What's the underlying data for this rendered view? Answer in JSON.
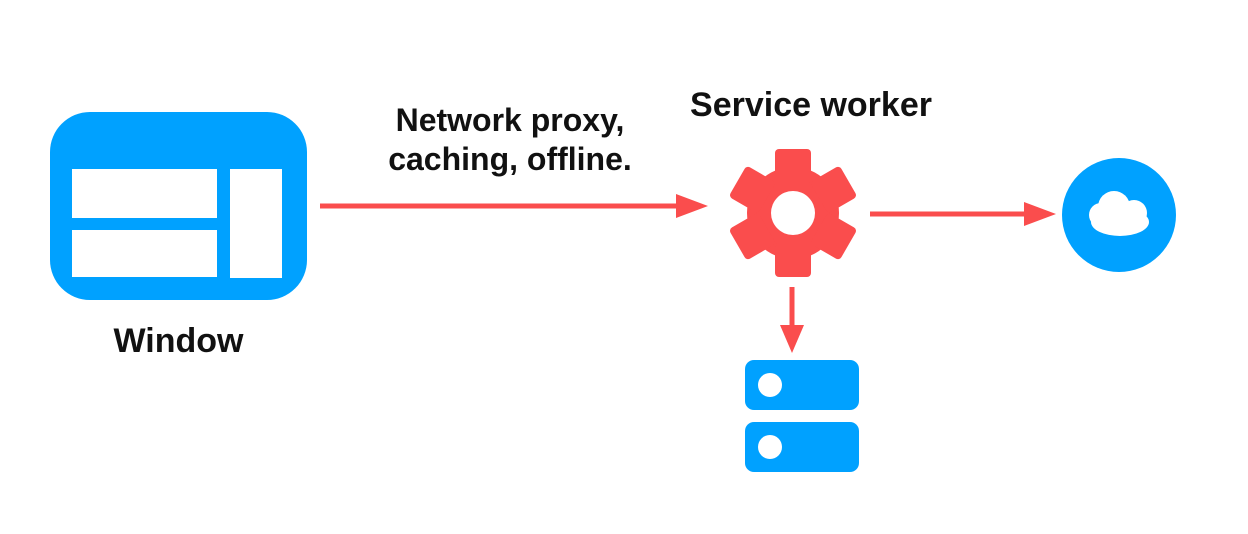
{
  "diagram": {
    "nodes": [
      {
        "id": "window",
        "label": "Window",
        "icon": "browser-window-icon",
        "color": "#00A1FF"
      },
      {
        "id": "service-worker",
        "label": "Service worker",
        "icon": "gear-icon",
        "color": "#FA4D4D"
      },
      {
        "id": "cloud",
        "icon": "cloud-icon",
        "color": "#00A1FF"
      },
      {
        "id": "storage",
        "icon": "database-icon",
        "color": "#00A1FF"
      }
    ],
    "edges": [
      {
        "from": "window",
        "to": "service-worker",
        "label_line1": "Network proxy,",
        "label_line2": "caching, offline."
      },
      {
        "from": "service-worker",
        "to": "cloud"
      },
      {
        "from": "service-worker",
        "to": "storage"
      }
    ]
  },
  "colors": {
    "blue": "#00A1FF",
    "red": "#FA4D4D",
    "text": "#111111",
    "background": "#FFFFFF"
  }
}
